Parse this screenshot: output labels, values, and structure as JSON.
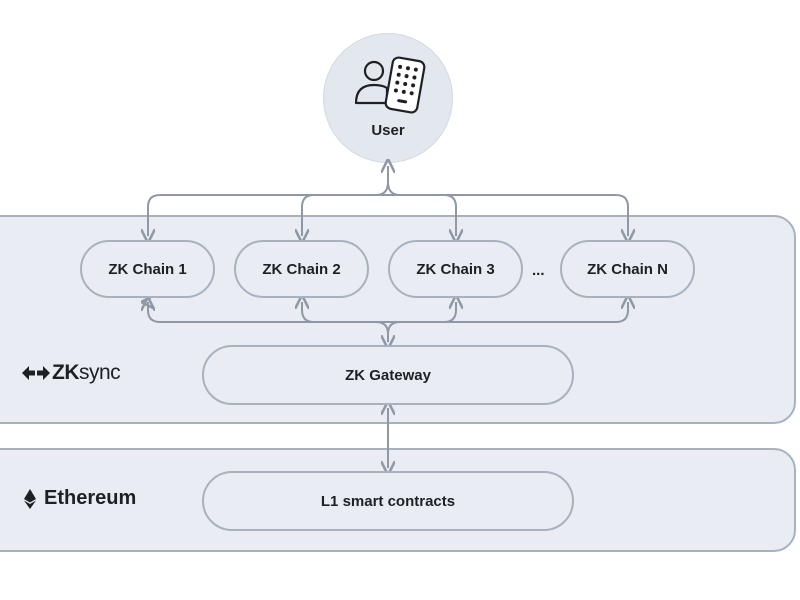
{
  "user": {
    "label": "User",
    "icon": "user-with-phone-icon"
  },
  "zk_layer": {
    "logo_bold": "ZK",
    "logo_light": "sync",
    "chains": [
      "ZK Chain 1",
      "ZK Chain 2",
      "ZK Chain 3",
      "ZK Chain N"
    ],
    "ellipsis": "...",
    "gateway": "ZK Gateway"
  },
  "ethereum_layer": {
    "label": "Ethereum",
    "icon": "ethereum-icon",
    "contracts": "L1 smart contracts"
  },
  "colors": {
    "panel_fill": "#e9edf3",
    "border": "#a8b1bd",
    "user_fill": "#e3e8ef",
    "text": "#1e2124",
    "arrow": "#8f98a4"
  }
}
